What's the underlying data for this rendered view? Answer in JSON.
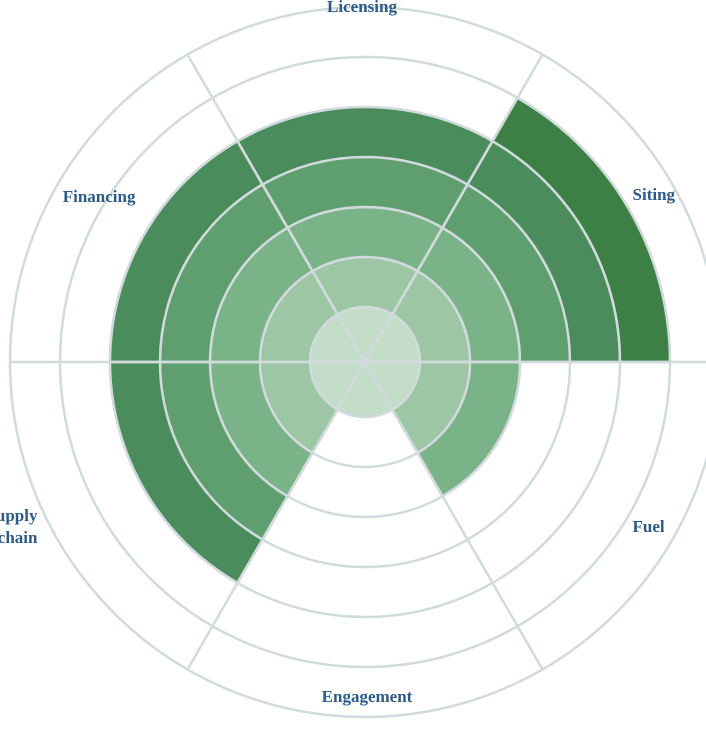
{
  "chart_data": {
    "type": "radial-segmented",
    "categories": [
      {
        "label_lines": [
          "Licensing"
        ],
        "level": 5
      },
      {
        "label_lines": [
          "Siting"
        ],
        "level": 6
      },
      {
        "label_lines": [
          "Fuel"
        ],
        "level": 3
      },
      {
        "label_lines": [
          "Engagement"
        ],
        "level": 1
      },
      {
        "label_lines": [
          "Supply",
          "chain"
        ],
        "level": 5
      },
      {
        "label_lines": [
          "Financing"
        ],
        "level": 5
      }
    ],
    "max_level": 6,
    "grid": true,
    "level_colors": [
      "#c3ddc8",
      "#9cc6a4",
      "#7ab387",
      "#5f9e6f",
      "#4a8c5c",
      "#3c8045"
    ],
    "grid_color": "#d1dadc",
    "label_color": "#2d5a88"
  }
}
